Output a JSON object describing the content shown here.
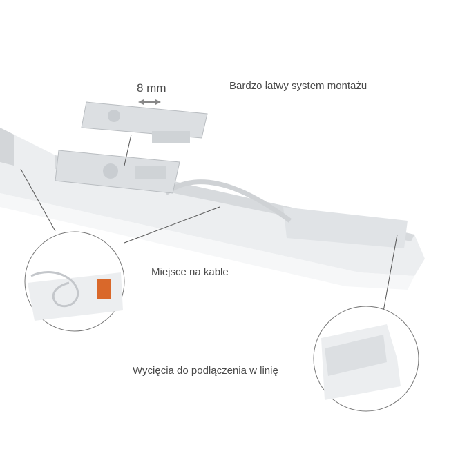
{
  "labels": {
    "gap": "8 mm",
    "mounting": "Bardzo łatwy system montażu",
    "cable_space": "Miejsce na kable",
    "cutouts": "Wycięcia do podłączenia w linię"
  },
  "colors": {
    "text": "#4a4a4a",
    "body": "#e4e6e8",
    "body_shadow": "#c9ccd0",
    "leader_line": "#555555",
    "connector": "#d9682a"
  }
}
